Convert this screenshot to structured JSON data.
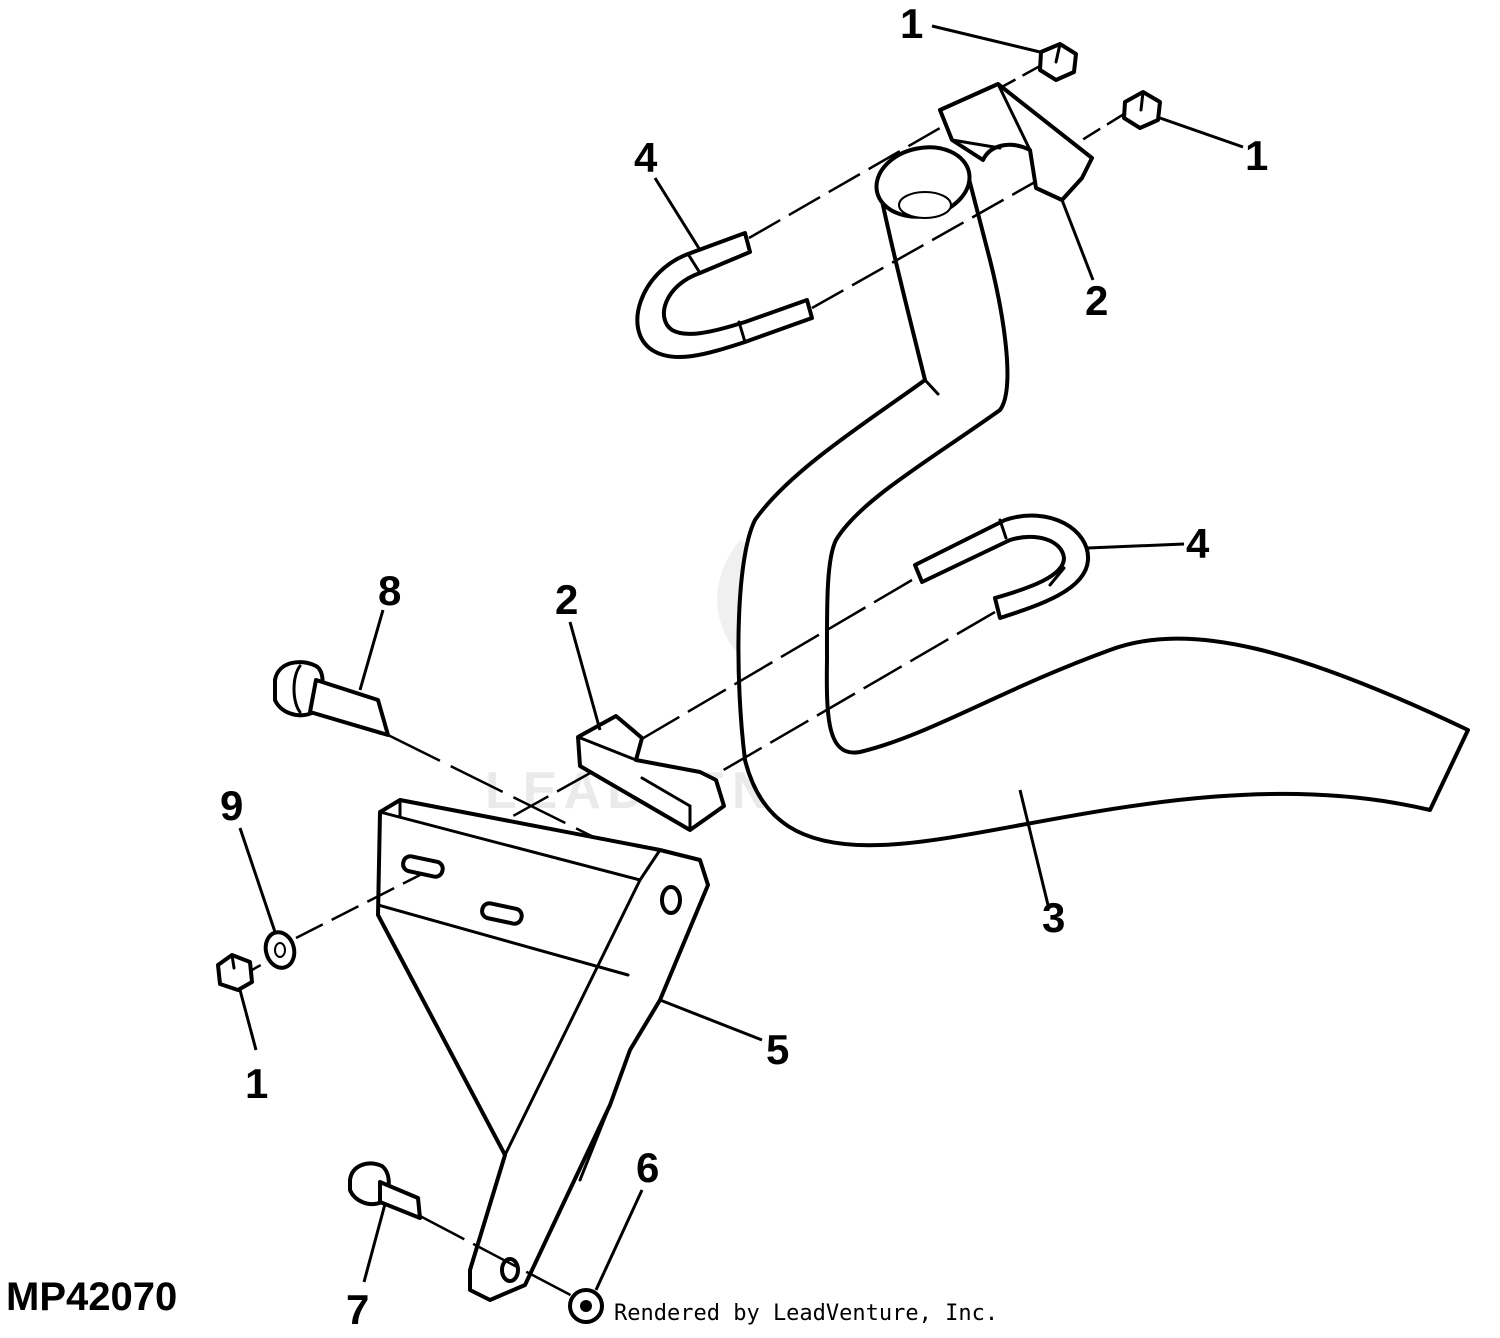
{
  "figure_id": "MP42070",
  "credit": "Rendered by LeadVenture, Inc.",
  "watermark": "LEADVENTURE",
  "callouts": {
    "c1a": "1",
    "c1b": "1",
    "c1c": "1",
    "c2a": "2",
    "c2b": "2",
    "c3": "3",
    "c4a": "4",
    "c4b": "4",
    "c5": "5",
    "c6": "6",
    "c7": "7",
    "c8": "8",
    "c9": "9"
  }
}
